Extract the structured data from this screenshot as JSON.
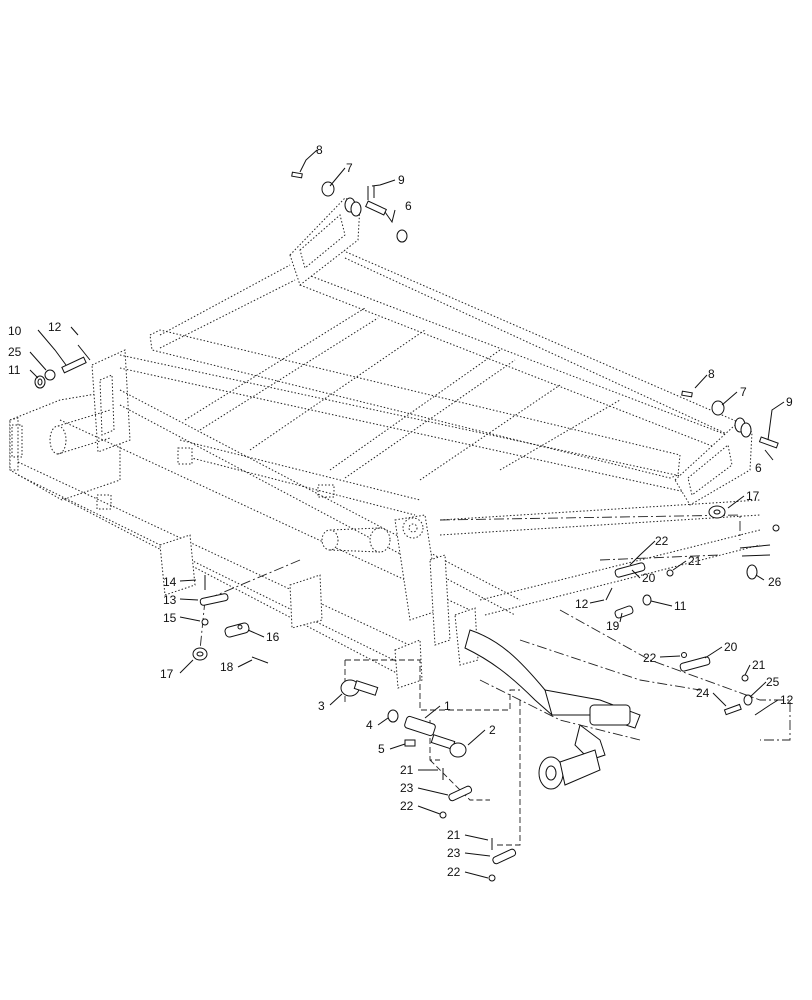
{
  "callouts": [
    {
      "id": "c8a",
      "text": "8"
    },
    {
      "id": "c7a",
      "text": "7"
    },
    {
      "id": "c9a",
      "text": "9"
    },
    {
      "id": "c6a",
      "text": "6"
    },
    {
      "id": "c10",
      "text": "10"
    },
    {
      "id": "c12a",
      "text": "12"
    },
    {
      "id": "c25a",
      "text": "25"
    },
    {
      "id": "c11a",
      "text": "11"
    },
    {
      "id": "c8b",
      "text": "8"
    },
    {
      "id": "c7b",
      "text": "7"
    },
    {
      "id": "c9b",
      "text": "9"
    },
    {
      "id": "c6b",
      "text": "6"
    },
    {
      "id": "c17a",
      "text": "17"
    },
    {
      "id": "c22a",
      "text": "22"
    },
    {
      "id": "c21a",
      "text": "21"
    },
    {
      "id": "c20a",
      "text": "20"
    },
    {
      "id": "c26",
      "text": "26"
    },
    {
      "id": "c12b",
      "text": "12"
    },
    {
      "id": "c11b",
      "text": "11"
    },
    {
      "id": "c19",
      "text": "19"
    },
    {
      "id": "c22b",
      "text": "22"
    },
    {
      "id": "c20b",
      "text": "20"
    },
    {
      "id": "c21b",
      "text": "21"
    },
    {
      "id": "c25b",
      "text": "25"
    },
    {
      "id": "c24",
      "text": "24"
    },
    {
      "id": "c12c",
      "text": "12"
    },
    {
      "id": "c14",
      "text": "14"
    },
    {
      "id": "c13",
      "text": "13"
    },
    {
      "id": "c15",
      "text": "15"
    },
    {
      "id": "c16",
      "text": "16"
    },
    {
      "id": "c17b",
      "text": "17"
    },
    {
      "id": "c18",
      "text": "18"
    },
    {
      "id": "c1",
      "text": "1"
    },
    {
      "id": "c2",
      "text": "2"
    },
    {
      "id": "c3",
      "text": "3"
    },
    {
      "id": "c4",
      "text": "4"
    },
    {
      "id": "c5",
      "text": "5"
    },
    {
      "id": "c21c",
      "text": "21"
    },
    {
      "id": "c23a",
      "text": "23"
    },
    {
      "id": "c22c",
      "text": "22"
    },
    {
      "id": "c21d",
      "text": "21"
    },
    {
      "id": "c23b",
      "text": "23"
    },
    {
      "id": "c22d",
      "text": "22"
    }
  ]
}
